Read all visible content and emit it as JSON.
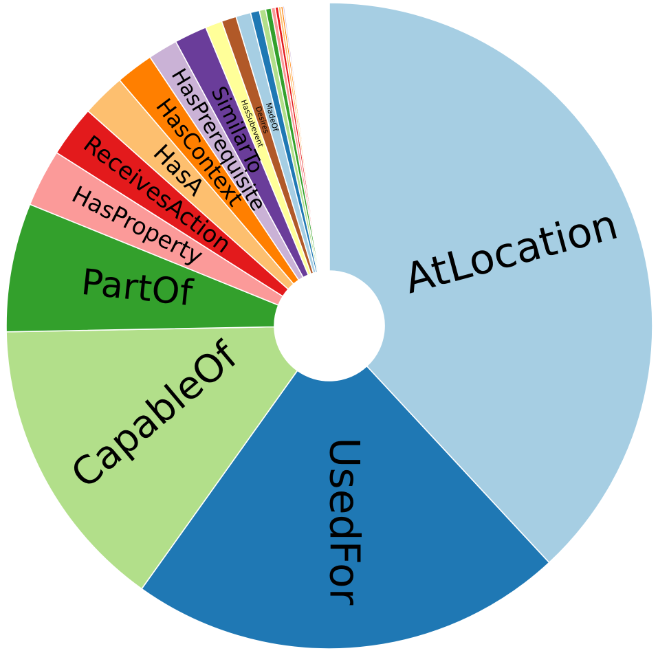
{
  "chart_data": {
    "type": "pie",
    "style": "donut",
    "start": "top, clockwise",
    "slices": [
      {
        "label": "AtLocation",
        "value": 38.5,
        "color": "#a6cee3"
      },
      {
        "label": "UsedFor",
        "value": 22.0,
        "color": "#1f78b4"
      },
      {
        "label": "CapableOf",
        "value": 15.0,
        "color": "#b2df8a"
      },
      {
        "label": "PartOf",
        "value": 6.5,
        "color": "#33a02c"
      },
      {
        "label": "HasProperty",
        "value": 2.9,
        "color": "#fb9a99"
      },
      {
        "label": "ReceivesAction",
        "value": 2.6,
        "color": "#e31a1c"
      },
      {
        "label": "HasA",
        "value": 2.2,
        "color": "#fdbf6f"
      },
      {
        "label": "HasContext",
        "value": 1.9,
        "color": "#ff7f00"
      },
      {
        "label": "HasPrerequisite",
        "value": 1.5,
        "color": "#cab2d6"
      },
      {
        "label": "SimilarTo",
        "value": 1.65,
        "color": "#6a3d9a"
      },
      {
        "label": "HasSubevent",
        "value": 0.85,
        "color": "#ffff99"
      },
      {
        "label": "Desires",
        "value": 0.75,
        "color": "#b15928"
      },
      {
        "label": "MadeOf",
        "value": 0.75,
        "color": "#a6cee3"
      },
      {
        "label": "",
        "value": 0.45,
        "color": "#1f78b4"
      },
      {
        "label": "",
        "value": 0.32,
        "color": "#b2df8a"
      },
      {
        "label": "",
        "value": 0.28,
        "color": "#33a02c"
      },
      {
        "label": "",
        "value": 0.2,
        "color": "#fb9a99"
      },
      {
        "label": "",
        "value": 0.16,
        "color": "#e31a1c"
      },
      {
        "label": "",
        "value": 0.13,
        "color": "#fdbf6f"
      },
      {
        "label": "",
        "value": 0.1,
        "color": "#ff7f00"
      },
      {
        "label": "",
        "value": 0.08,
        "color": "#cab2d6"
      }
    ],
    "title": "",
    "legend": "none"
  }
}
